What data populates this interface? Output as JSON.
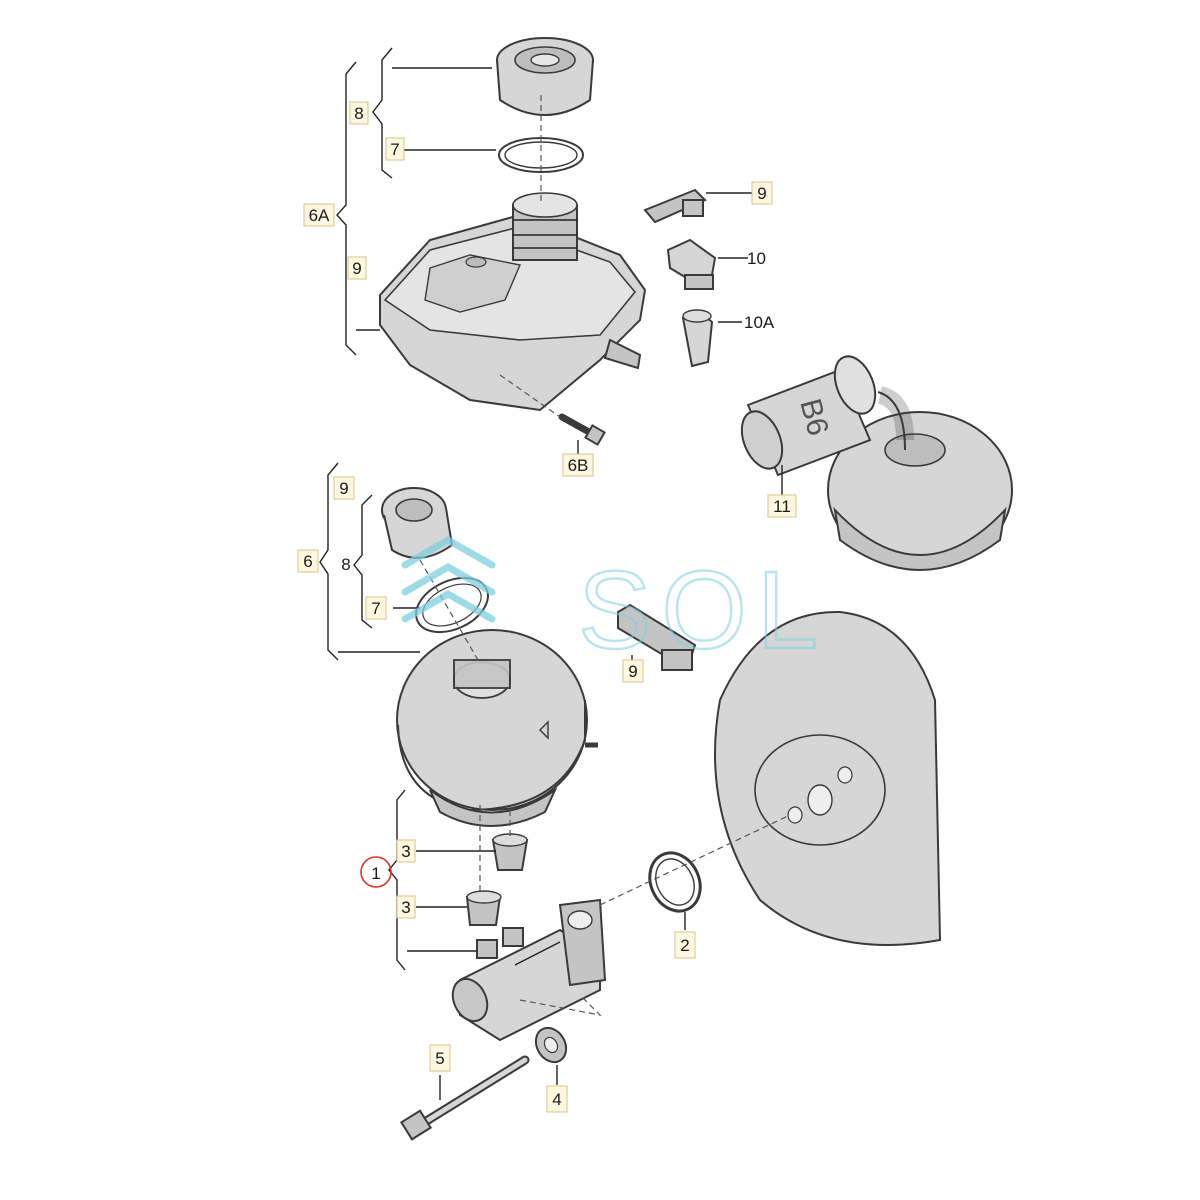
{
  "diagram": {
    "labels": {
      "l8_top": "8",
      "l7_top": "7",
      "l6A": "6A",
      "l9_left_top": "9",
      "l9_sensor": "9",
      "l10": "10",
      "l10A": "10A",
      "l6B": "6B",
      "l11": "11",
      "l9_left_mid": "9",
      "l6": "6",
      "l8_mid": "8",
      "l7_mid": "7",
      "l9_clip": "9",
      "l1": "1",
      "l3_a": "3",
      "l3_b": "3",
      "l2": "2",
      "l5": "5",
      "l4": "4"
    },
    "booster_marking": "B6",
    "watermark": "SOL"
  },
  "colors": {
    "part_fill": "#d6d6d6",
    "outline": "#3a3a3a",
    "label_box": "#fff7e0",
    "watermark": "#7fd0e0",
    "highlight_circle": "#e03030"
  }
}
